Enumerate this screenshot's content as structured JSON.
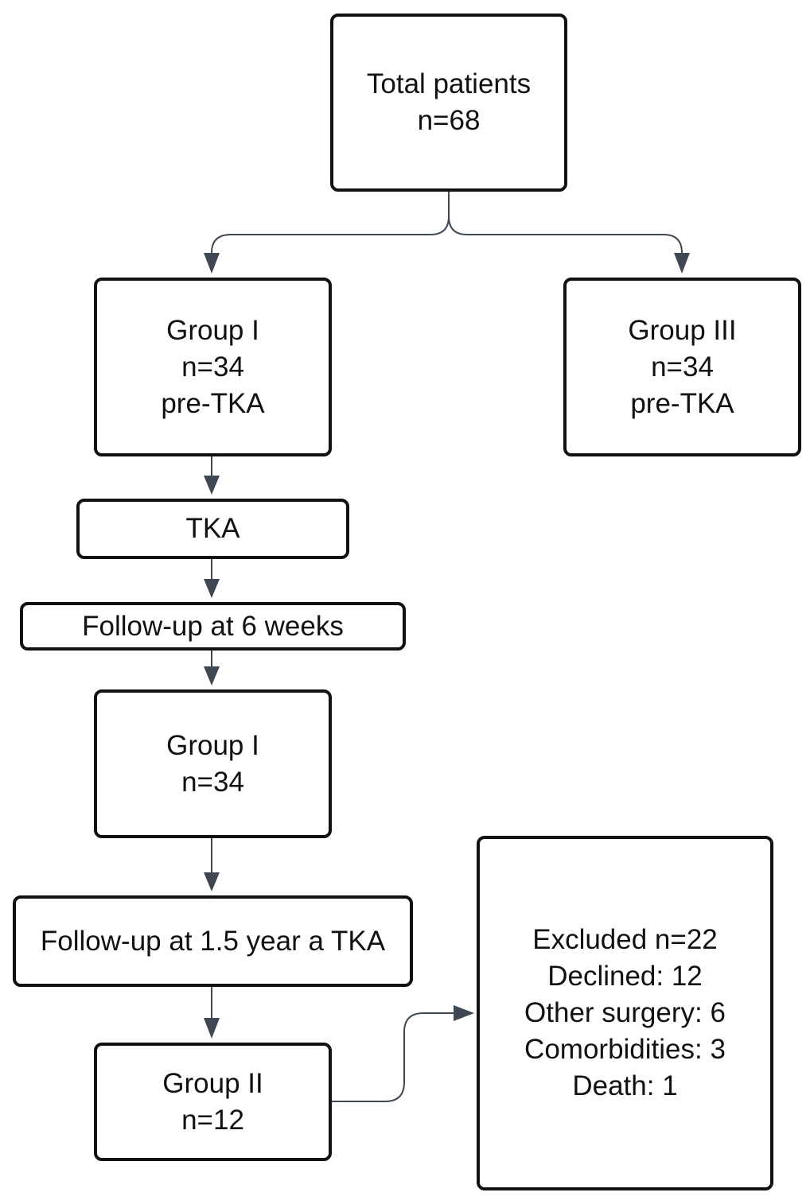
{
  "nodes": {
    "total": {
      "lines": [
        "Total patients",
        "n=68"
      ]
    },
    "group1_pre": {
      "lines": [
        "Group I",
        "n=34",
        "pre-TKA"
      ]
    },
    "group3_pre": {
      "lines": [
        "Group III",
        "n=34",
        "pre-TKA"
      ]
    },
    "tka": {
      "lines": [
        "TKA"
      ]
    },
    "followup_6w": {
      "lines": [
        "Follow-up at 6 weeks"
      ]
    },
    "group1_post": {
      "lines": [
        "Group I",
        "n=34"
      ]
    },
    "followup_1_5y": {
      "text": "Follow-up at 1.5 year a TKA"
    },
    "group2": {
      "lines": [
        "Group II",
        "n=12"
      ]
    },
    "excluded": {
      "lines": [
        "Excluded n=22",
        "Declined: 12",
        "Other surgery: 6",
        "Comorbidities: 3",
        "Death: 1"
      ]
    }
  },
  "colors": {
    "box_border": "#111111",
    "connector": "#3f4752",
    "text": "#111111"
  }
}
